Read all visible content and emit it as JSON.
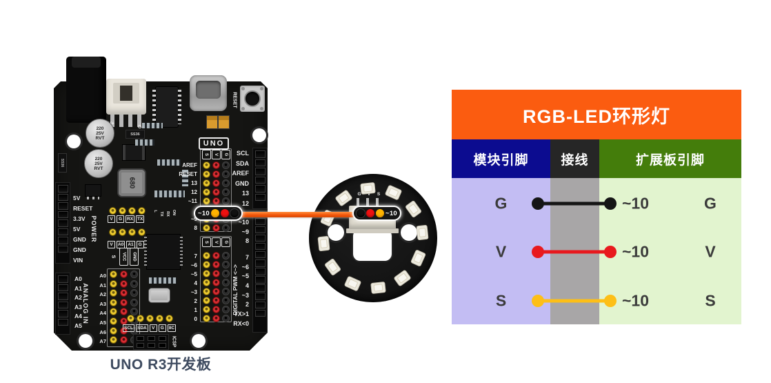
{
  "diagram": {
    "board": {
      "caption": "UNO R3开发板",
      "logo": "UNO",
      "reset_label": "RESET",
      "capacitor_lines": [
        "220",
        "25V",
        "RVT"
      ],
      "inductor_label": "680",
      "diode_label": "SS36",
      "side_diode_label": "SS36",
      "jst_positive": "V+",
      "jst_negative": "G-",
      "power_title": "POWER",
      "analog_title": "ANALOG IN",
      "digital_title": "DIGITAL PWM <~>",
      "icsp_label": "ICSP",
      "left_power_labels": [
        "5V",
        "RESET",
        "3.3V",
        "5V",
        "GND",
        "GND",
        "VIN"
      ],
      "left_analog_labels": [
        "A0",
        "A1",
        "A2",
        "A3",
        "A4",
        "A5"
      ],
      "right_labels_top": [
        "SCL",
        "SDA",
        "AREF",
        "GND",
        "13",
        "12"
      ],
      "right_labels_mid": [
        "~10",
        "~9",
        "8"
      ],
      "right_labels_bottom": [
        "7",
        "~6",
        "~5",
        "4",
        "~3",
        "2",
        "TX>1",
        "RX<0"
      ],
      "inner_labels_top": [
        "AREF",
        "RESET",
        "13",
        "12",
        "~11"
      ],
      "inner_labels_mid": [
        "~9",
        "8"
      ],
      "inner_labels_bottom": [
        "7",
        "~6",
        "~5",
        "4",
        "~3",
        "2",
        "1",
        "0"
      ],
      "pin_col_headers": [
        "S",
        "V",
        "G"
      ],
      "serial_breakout": [
        "V",
        "G",
        "RX",
        "TX"
      ],
      "i2c_breakout": [
        "V",
        "A0",
        "A1",
        "G"
      ],
      "analog_col_headers": [
        "S",
        "VCC",
        "GND"
      ],
      "analog_inner_labels": [
        "A0",
        "A1",
        "A2",
        "A3",
        "A4",
        "A5",
        "A6",
        "A7"
      ],
      "bottom_breakout": [
        "SCL",
        "SDA",
        "V",
        "G",
        "IIC"
      ],
      "status_leds": [
        "L",
        "TX",
        "RX",
        "ON"
      ]
    },
    "wire": {
      "board_connector_label": "~10",
      "module_connector_label": "~10",
      "wire_color": "#f3560a"
    },
    "ring": {
      "pin_header_labels": [
        "G",
        "V",
        "S"
      ]
    }
  },
  "table": {
    "title": "RGB-LED环形灯",
    "columns": [
      "模块引脚",
      "接线",
      "扩展板引脚"
    ],
    "rows": [
      {
        "module_pin": "G",
        "board_pin": "~10",
        "board_pin_label": "G",
        "wire_color": "#151515"
      },
      {
        "module_pin": "V",
        "board_pin": "~10",
        "board_pin_label": "V",
        "wire_color": "#e8191e"
      },
      {
        "module_pin": "S",
        "board_pin": "~10",
        "board_pin_label": "S",
        "wire_color": "#fdbf17"
      }
    ],
    "colors": {
      "title_bg": "#fb5c10",
      "module_header_bg": "#0c0c90",
      "wire_header_bg": "#262626",
      "board_header_bg": "#447d0b",
      "module_body_bg": "#c3bdf3",
      "wire_body_bg": "#a8a6a7",
      "board_body_bg": "#e2f4cf"
    }
  }
}
